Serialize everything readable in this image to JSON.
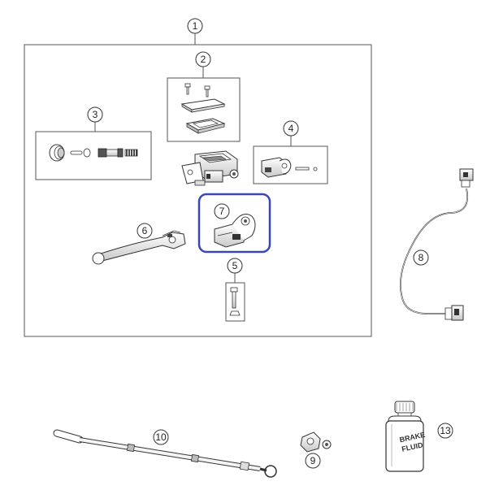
{
  "diagram": {
    "callouts": [
      "1",
      "2",
      "3",
      "4",
      "5",
      "6",
      "7",
      "8",
      "9",
      "10",
      "13"
    ],
    "bottle_label": [
      "BRAKE",
      "FLUID"
    ],
    "highlight_color": "#3b46b5",
    "highlighted_part": "7"
  }
}
